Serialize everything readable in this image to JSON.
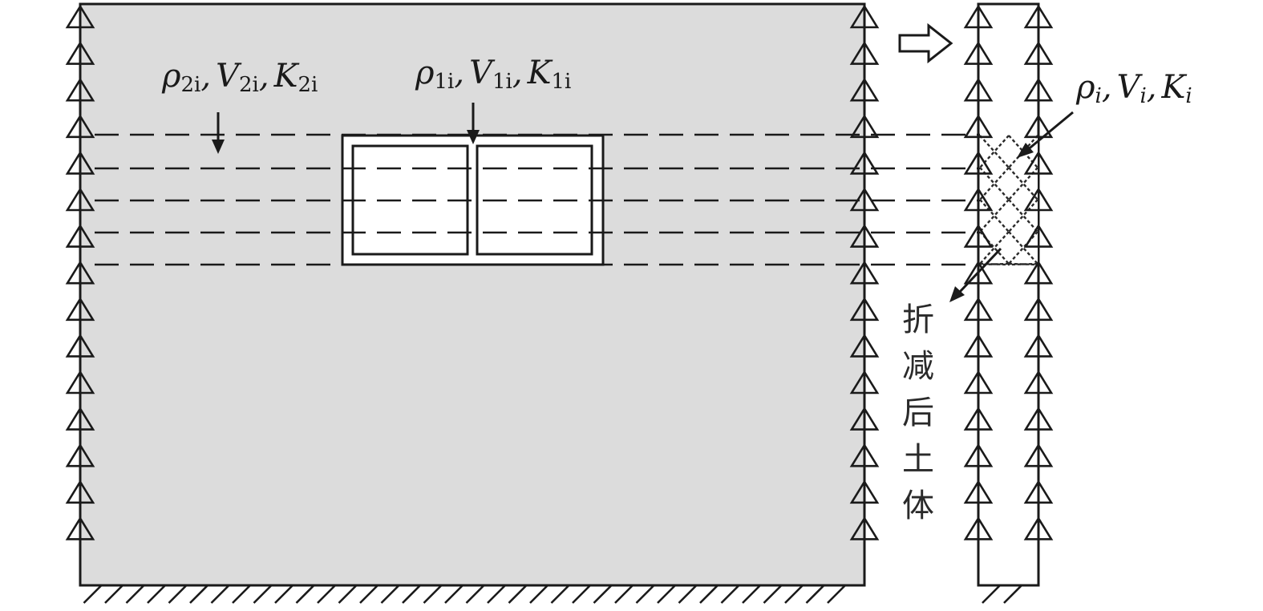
{
  "labels": {
    "surrounding_soil": {
      "rho": "ρ",
      "rho_sub": "2i",
      "v": "V",
      "v_sub": "2i",
      "k": "K",
      "k_sub": "2i",
      "sep": ","
    },
    "structure": {
      "rho": "ρ",
      "rho_sub": "1i",
      "v": "V",
      "v_sub": "1i",
      "k": "K",
      "k_sub": "1i",
      "sep": ","
    },
    "reduced": {
      "rho": "ρ",
      "rho_sub": "i",
      "v": "V",
      "v_sub": "i",
      "k": "K",
      "k_sub": "i",
      "sep": ","
    },
    "reduced_soil_text": [
      "折",
      "减",
      "后",
      "土",
      "体"
    ]
  },
  "icons": {
    "transform_arrow": "hollow-right-arrow-icon",
    "support": "roller-support-triangle-icon",
    "ground": "fixed-ground-hatch-icon"
  },
  "colors": {
    "soil_fill": "#dcdcdc",
    "stroke": "#1a1a1a",
    "hatch": "#2a2a2a"
  }
}
